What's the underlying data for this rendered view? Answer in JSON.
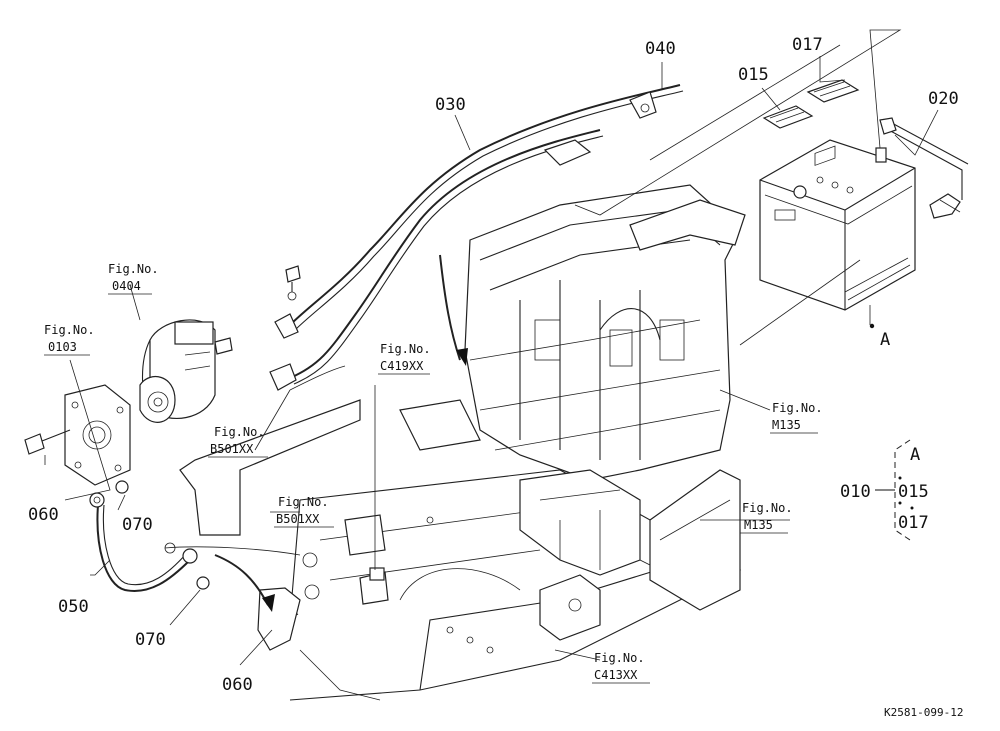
{
  "diagram": {
    "drawing_code": "K2581-099-12",
    "part_labels": {
      "p010": "010",
      "p015a": "015",
      "p015b": "015",
      "p017a": "017",
      "p017b": "017",
      "p020": "020",
      "p030": "030",
      "p040": "040",
      "p050": "050",
      "p060a": "060",
      "p060b": "060",
      "p070a": "070",
      "p070b": "070"
    },
    "fig_refs": [
      {
        "head": "Fig.No.",
        "num": "0404"
      },
      {
        "head": "Fig.No.",
        "num": "0103"
      },
      {
        "head": "Fig.No.",
        "num": "C419XX"
      },
      {
        "head": "Fig.No.",
        "num": "B501XX"
      },
      {
        "head": "Fig.No.",
        "num": "B501XX"
      },
      {
        "head": "Fig.No.",
        "num": "M135"
      },
      {
        "head": "Fig.No.",
        "num": "M135"
      },
      {
        "head": "Fig.No.",
        "num": "C413XX"
      }
    ],
    "marker_a": "A",
    "kit_header": "A"
  }
}
